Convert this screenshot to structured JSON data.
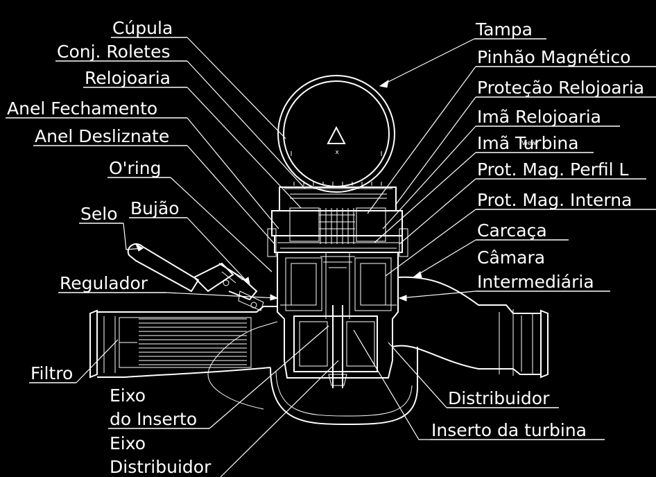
{
  "diagram": {
    "background_color": "#000000",
    "line_color": "#ffffff",
    "left_labels": {
      "cupula": "Cúpula",
      "conj_roletes": "Conj. Roletes",
      "relojoaria": "Relojoaria",
      "anel_fechamento": "Anel Fechamento",
      "anel_desliznate": "Anel Desliznate",
      "oring": "O'ring",
      "selo": "Selo",
      "bujao": "Bujão",
      "regulador": "Regulador",
      "filtro": "Filtro",
      "eixo_inserto_line1": "Eixo",
      "eixo_inserto_line2": "do Inserto",
      "eixo_distribuidor_line1": "Eixo",
      "eixo_distribuidor_line2": "Distribuidor"
    },
    "right_labels": {
      "tampa": "Tampa",
      "pinhao_magnetico": "Pinhão Magnético",
      "protecao_relojoaria": "Proteção Relojoaria",
      "ima_relojoaria": "Imã Relojoaria",
      "ima_turbina": "Imã Turbina",
      "prot_mag_perfil_l": "Prot. Mag. Perfil L",
      "prot_mag_interna": "Prot. Mag. Interna",
      "carcaca": "Carcaça",
      "camara_line1": "Câmara",
      "camara_line2": "Intermediária",
      "distribuidor": "Distribuidor",
      "inserto_turbina": "Inserto da turbina"
    },
    "dial_marks": {
      "view_text": "View",
      "x_mark": "x"
    }
  }
}
